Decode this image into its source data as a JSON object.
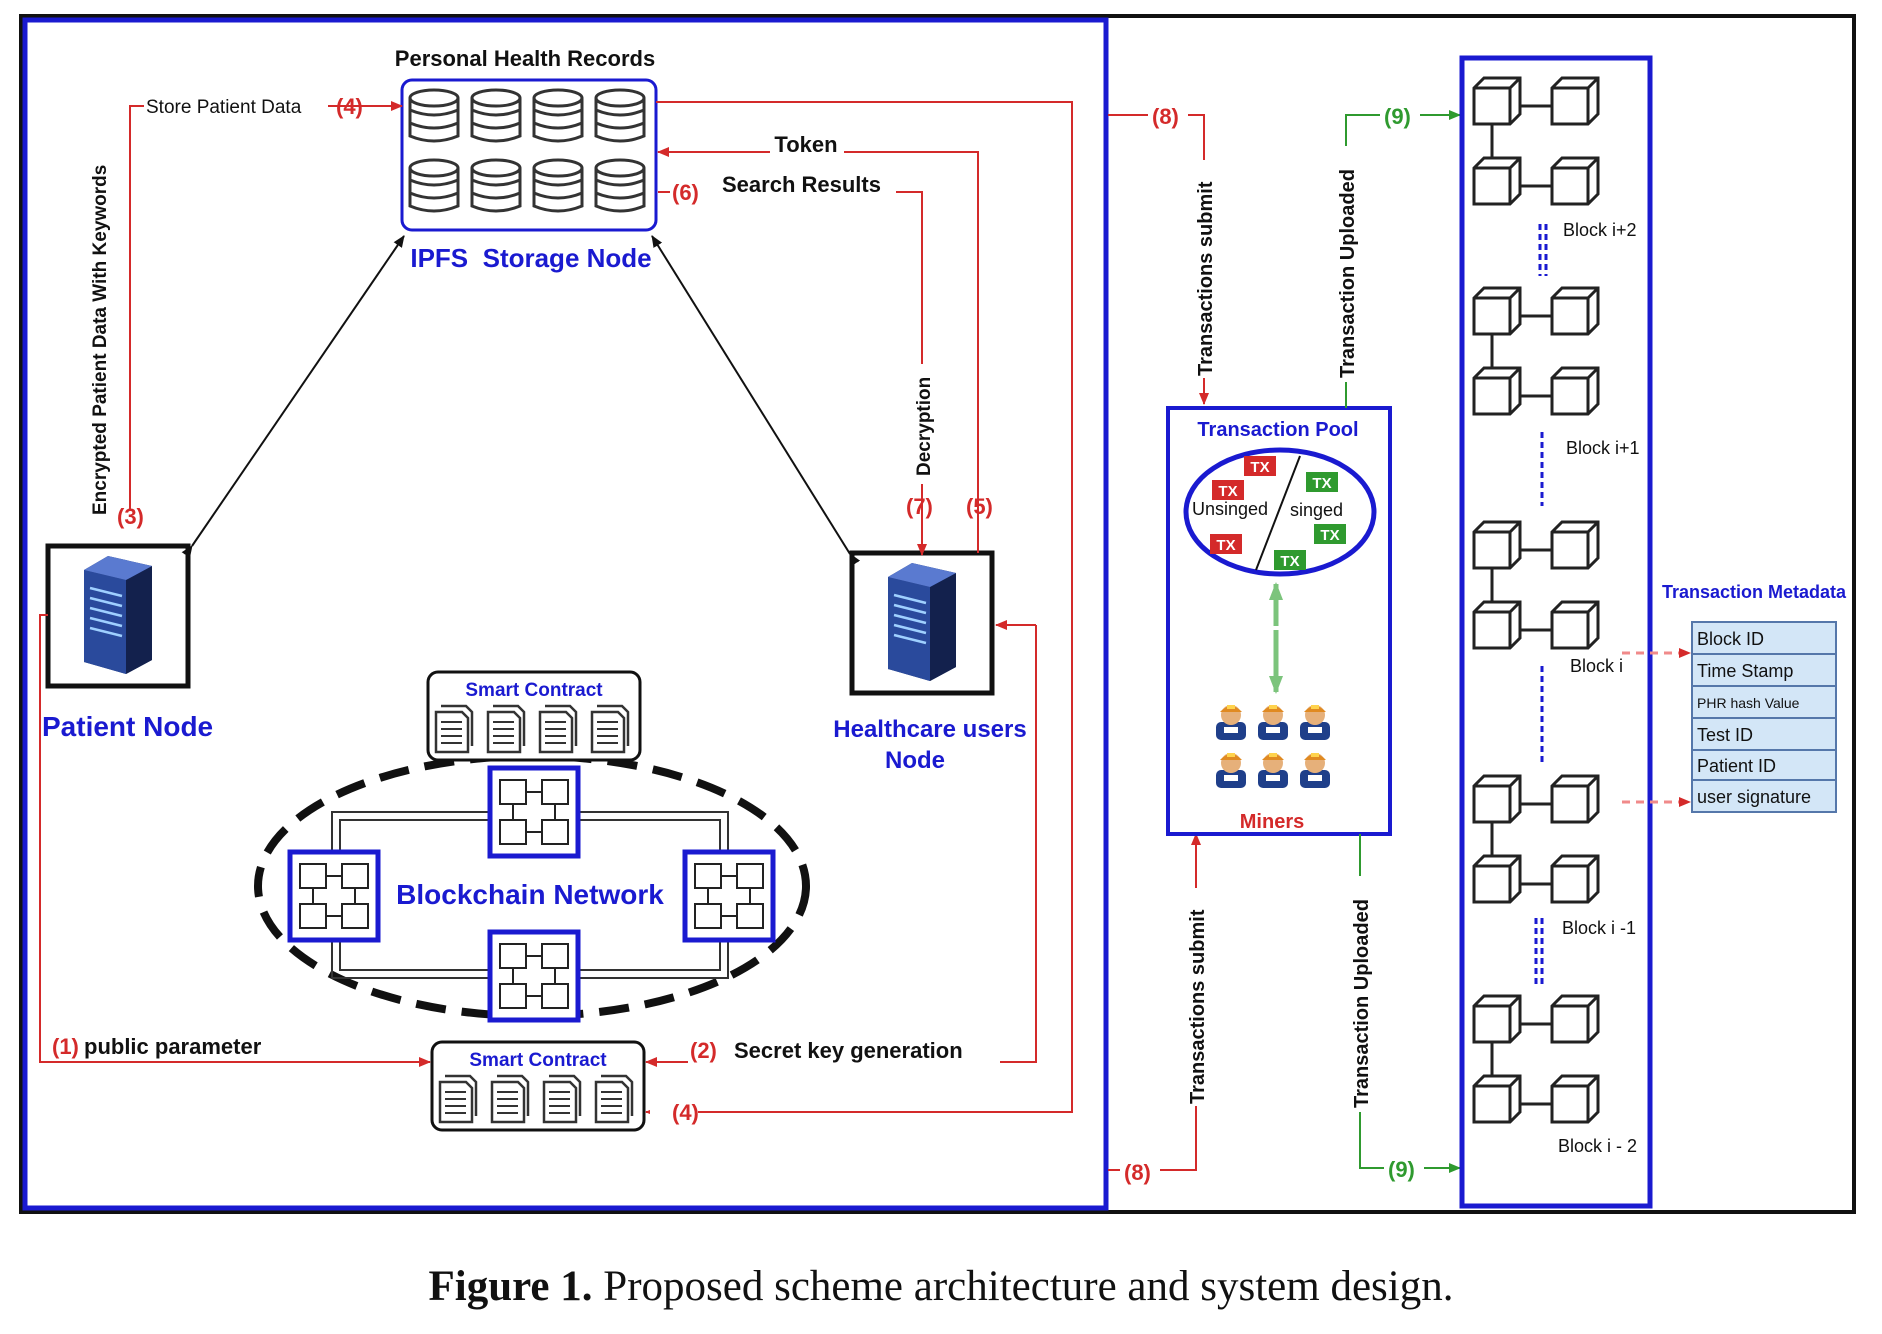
{
  "colors": {
    "red": "#d42a2a",
    "green": "#2f9a2f",
    "blue": "#1a1ad0",
    "light_green": "#7cc47c"
  },
  "ipfs": {
    "top_label": "Personal Health Records",
    "name": "IPFS  Storage Node"
  },
  "patient": {
    "label": "Patient Node"
  },
  "healthcare": {
    "label_line1": "Healthcare users",
    "label_line2": "Node"
  },
  "network": {
    "label": "Blockchain Network"
  },
  "smart_contract_top": {
    "label": "Smart Contract"
  },
  "smart_contract_bottom": {
    "label": "Smart Contract"
  },
  "flows": {
    "store_patient_data": "Store Patient Data",
    "step4_top": "(4)",
    "encrypted_keywords": "Encrypted Patient Data With Keywords",
    "step3": "(3)",
    "token": "Token",
    "search_results": "Search Results",
    "step6": "(6)",
    "decryption": "Decryption",
    "step7": "(7)",
    "step5": "(5)",
    "step1": "(1)",
    "public_parameter": "public parameter",
    "step2": "(2)",
    "secret_key_generation": "Secret key generation",
    "step4_bottom": "(4)",
    "step8_top": "(8)",
    "step8_bottom": "(8)",
    "transactions_submit_top": "Transactions submit",
    "transactions_submit_bottom": "Transactions submit",
    "step9_top": "(9)",
    "step9_bottom": "(9)",
    "transaction_uploaded_top": "Transaction Uploaded",
    "transaction_uploaded_bottom": "Transaction Uploaded"
  },
  "pool": {
    "title": "Transaction Pool",
    "tx_label": "TX",
    "unsinged": "Unsinged",
    "singed": "singed",
    "miners": "Miners"
  },
  "blocks": [
    "Block i+2",
    "Block i+1",
    "Block i",
    "Block i -1",
    "Block i - 2"
  ],
  "metadata": {
    "title": "Transaction Metadata",
    "rows": [
      "Block ID",
      "Time Stamp",
      "PHR hash Value",
      "Test ID",
      "Patient ID",
      "user signature"
    ]
  },
  "caption": {
    "label": "Figure 1.",
    "text": "Proposed scheme architecture and system design."
  }
}
